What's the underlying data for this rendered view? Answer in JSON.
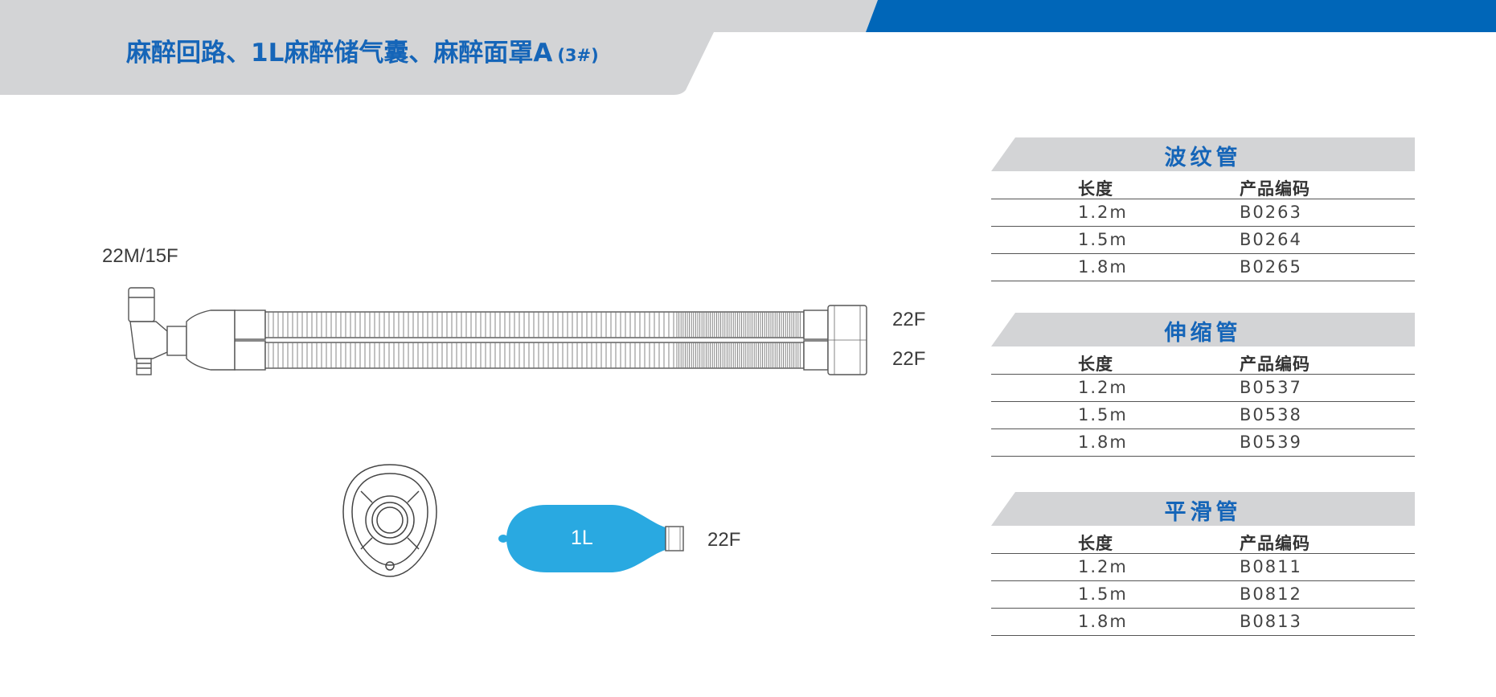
{
  "header": {
    "title": "麻醉回路、1L麻醉储气囊、麻醉面罩A",
    "subtitle": "(3#)"
  },
  "colors": {
    "brand_blue": "#1565b8",
    "band_blue": "#0066b8",
    "header_gray": "#d3d4d6",
    "bag_blue": "#29a9e1"
  },
  "drawing": {
    "circuit_label_top": "22M/15F",
    "circuit_label_right_1": "22F",
    "circuit_label_right_2": "22F",
    "bag_volume": "1L",
    "bag_port": "22F"
  },
  "tables": [
    {
      "title": "波纹管",
      "col_length": "长度",
      "col_code": "产品编码",
      "rows": [
        {
          "length": "1.2m",
          "code": "B0263"
        },
        {
          "length": "1.5m",
          "code": "B0264"
        },
        {
          "length": "1.8m",
          "code": "B0265"
        }
      ]
    },
    {
      "title": "伸缩管",
      "col_length": "长度",
      "col_code": "产品编码",
      "rows": [
        {
          "length": "1.2m",
          "code": "B0537"
        },
        {
          "length": "1.5m",
          "code": "B0538"
        },
        {
          "length": "1.8m",
          "code": "B0539"
        }
      ]
    },
    {
      "title": "平滑管",
      "col_length": "长度",
      "col_code": "产品编码",
      "rows": [
        {
          "length": "1.2m",
          "code": "B0811"
        },
        {
          "length": "1.5m",
          "code": "B0812"
        },
        {
          "length": "1.8m",
          "code": "B0813"
        }
      ]
    }
  ]
}
